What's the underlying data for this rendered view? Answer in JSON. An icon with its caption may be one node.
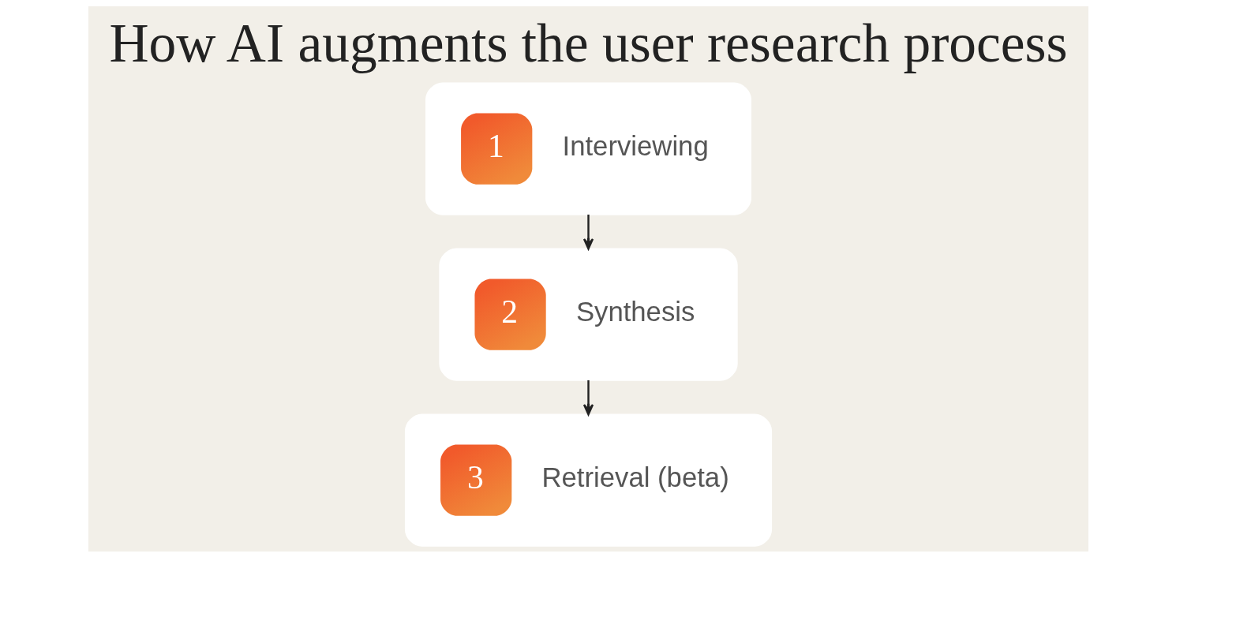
{
  "diagram": {
    "title": "How AI augments the user research process",
    "nodes": [
      {
        "text": [
          "1",
          "Interviewing"
        ]
      },
      {
        "text": [
          "2",
          "Synthesis"
        ]
      },
      {
        "text": [
          "3",
          "Retrieval (beta)"
        ]
      }
    ],
    "edges": [
      {
        "from": 0,
        "to": 1,
        "arrow": "to"
      },
      {
        "from": 1,
        "to": 2,
        "arrow": "to"
      }
    ]
  }
}
